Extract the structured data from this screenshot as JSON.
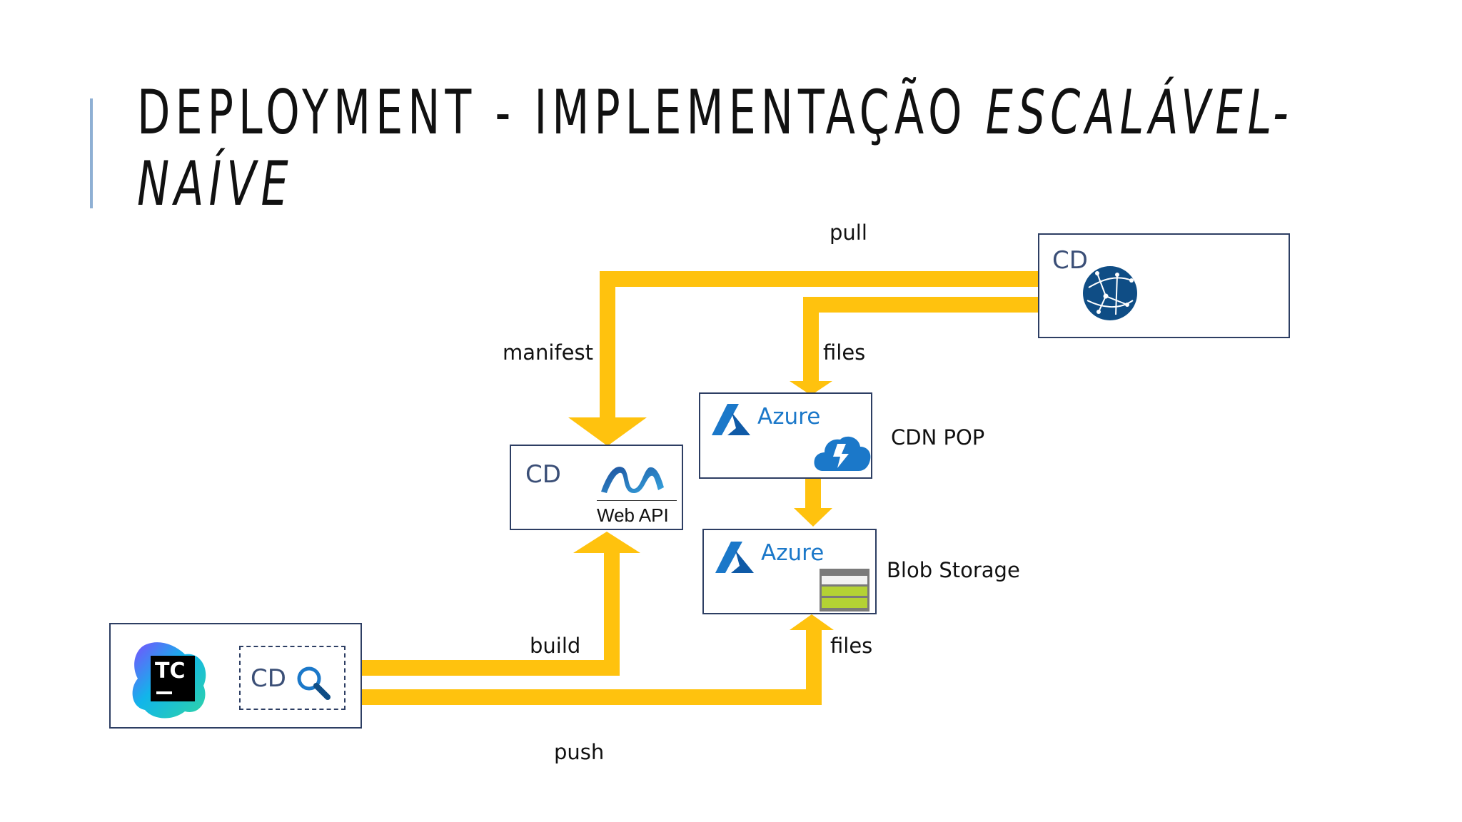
{
  "title": {
    "line1_normal": "DEPLOYMENT - IMPLEMENTAÇÃO ",
    "line1_italic": "ESCALÁVEL-",
    "line2_italic": "NAÍVE"
  },
  "labels": {
    "pull": "pull",
    "manifest": "manifest",
    "files_top": "files",
    "cdn_pop": "CDN POP",
    "blob_storage": "Blob Storage",
    "build": "build",
    "files_bottom": "files",
    "push": "push"
  },
  "nodes": {
    "cdn_client": {
      "label": "CD",
      "icon": "globe-network-icon"
    },
    "web_api": {
      "label": "CD",
      "sublabel": "Web API",
      "icon": "dotnet-logo-icon"
    },
    "azure_cdn": {
      "brand": "Azure",
      "icon": "azure-cdn-cloud-icon"
    },
    "azure_blob": {
      "brand": "Azure",
      "icon": "blob-storage-icon"
    },
    "build_server": {
      "badge": "TC",
      "label": "CD",
      "icon": "magnifier-icon"
    }
  },
  "colors": {
    "arrow": "#ffc20e",
    "box_border": "#2d3e63",
    "azure_blue": "#1b78c9",
    "globe_blue": "#0f4d85"
  }
}
